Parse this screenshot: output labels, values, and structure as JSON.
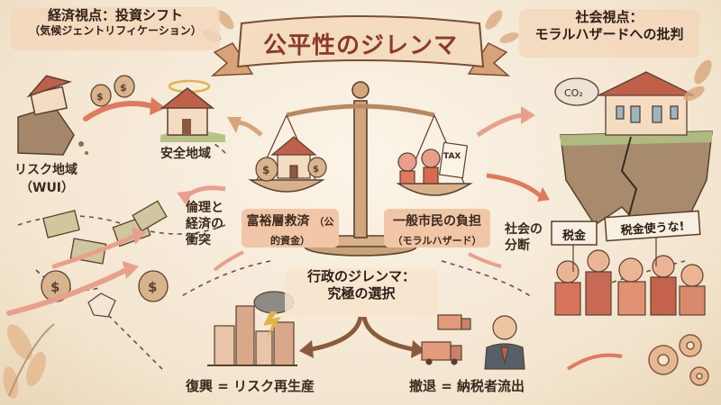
{
  "title": "公平性のジレンマ",
  "economic": {
    "line1": "経済視点：投資シフト",
    "line2": "（気候ジェントリフィケーション）"
  },
  "social": {
    "line1": "社会視点：",
    "line2": "モラルハザードへの批判"
  },
  "labels": {
    "safe_zone": "安全地域",
    "risk_zone_1": "リスク地域",
    "risk_zone_2": "（WUI）",
    "ethics_1": "倫理と",
    "ethics_2": "経済の",
    "ethics_3": "衝突",
    "division_1": "社会の",
    "division_2": "分断",
    "recovery": "復興 = リスク再生産",
    "retreat": "撤退 = 納税者流出"
  },
  "scale": {
    "left_title": "富裕層救済",
    "left_sub": "（公的資金）",
    "right_title": "一般市民の負担",
    "right_sub": "（モラルハザード）",
    "tax_tag": "TAX"
  },
  "admin": {
    "line1": "行政のジレンマ：",
    "line2": "究極の選択"
  },
  "signs": {
    "sign1": "税金",
    "sign2": "税金使うな!"
  },
  "icons": {
    "co2": "CO₂"
  },
  "colors": {
    "accent": "#8a3b26",
    "arrow": "#e07a5f",
    "ink": "#3b2a1e",
    "pill": "#f1c6a6"
  }
}
